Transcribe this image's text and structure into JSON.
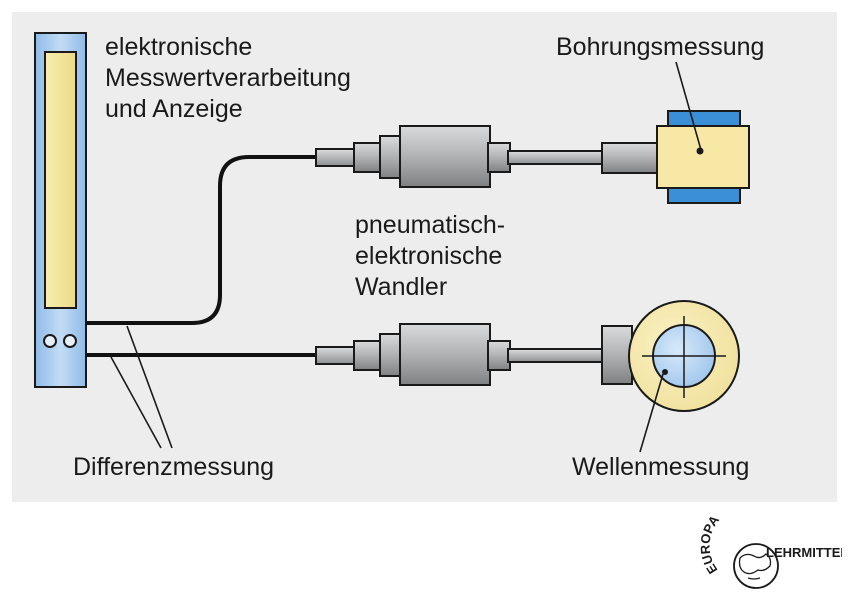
{
  "labels": {
    "processing_line1": "elektronische",
    "processing_line2": "Messwertverarbeitung",
    "processing_line3": "und Anzeige",
    "bore": "Bohrungsmessung",
    "transducer_line1": "pneumatisch-",
    "transducer_line2": "elektronische",
    "transducer_line3": "Wandler",
    "differential": "Differenzmessung",
    "shaft": "Wellenmessung"
  },
  "logo": {
    "top_text": "EUROPA",
    "right_text": "LEHRMITTEL"
  },
  "colors": {
    "panel_bg": "#ededee",
    "display_blue": "#aacbef",
    "display_yellow": "#f5e59a",
    "cylinder_gray": "#a7a9ab",
    "bore_block_blue": "#3b8fd6",
    "bore_block_yellow": "#f7e8a6",
    "cable": "#111111"
  }
}
